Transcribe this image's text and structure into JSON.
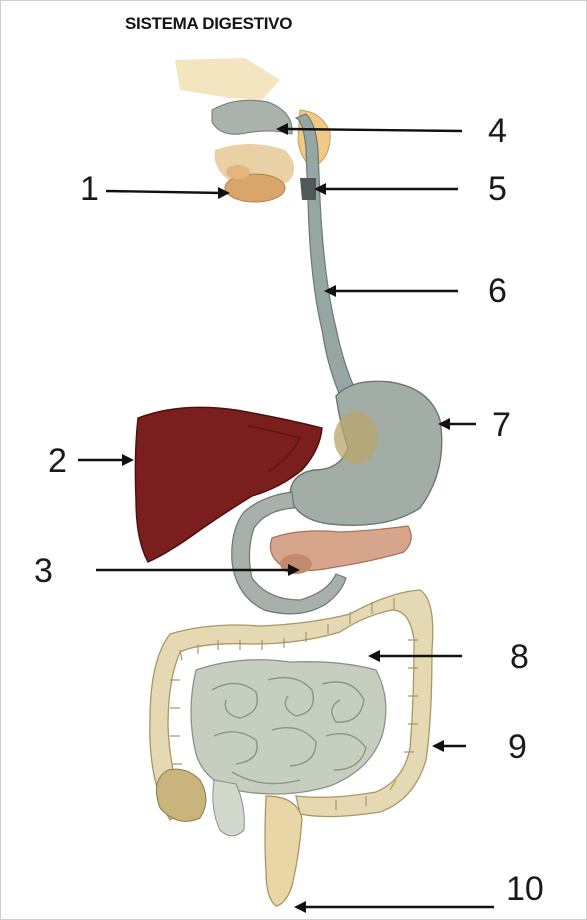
{
  "title": "SISTEMA DIGESTIVO",
  "labels": [
    "1",
    "2",
    "3",
    "4",
    "5",
    "6",
    "7",
    "8",
    "9",
    "10"
  ],
  "colors": {
    "liver": "#7a1e1e",
    "stomach": "#9eaaa0",
    "pancreas": "#d4a38a",
    "large_intestine": "#e6dcb6",
    "small_intestine": "#c9d1c3",
    "esophagus": "#8c9c98",
    "salivary": "#d8b486"
  }
}
